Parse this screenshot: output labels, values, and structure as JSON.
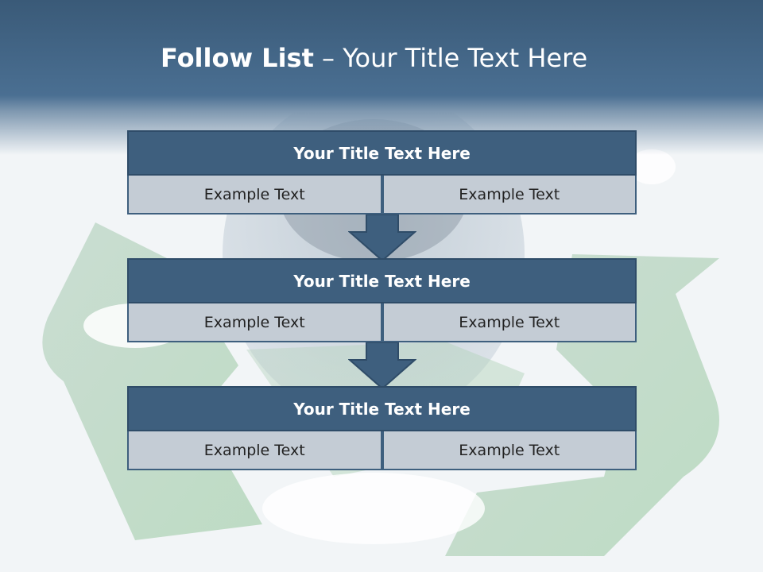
{
  "title": {
    "bold": "Follow List",
    "rest": " – Your Title Text Here"
  },
  "steps": [
    {
      "title": "Your Title Text Here",
      "left": "Example Text",
      "right": "Example Text"
    },
    {
      "title": "Your Title Text Here",
      "left": "Example Text",
      "right": "Example Text"
    },
    {
      "title": "Your Title Text Here",
      "left": "Example Text",
      "right": "Example Text"
    }
  ],
  "colors": {
    "header": "#3e5f7e",
    "cell": "#c4ccd5",
    "band": "#3a5a78"
  },
  "background_image": "recycle-symbol-with-can-and-clouds"
}
